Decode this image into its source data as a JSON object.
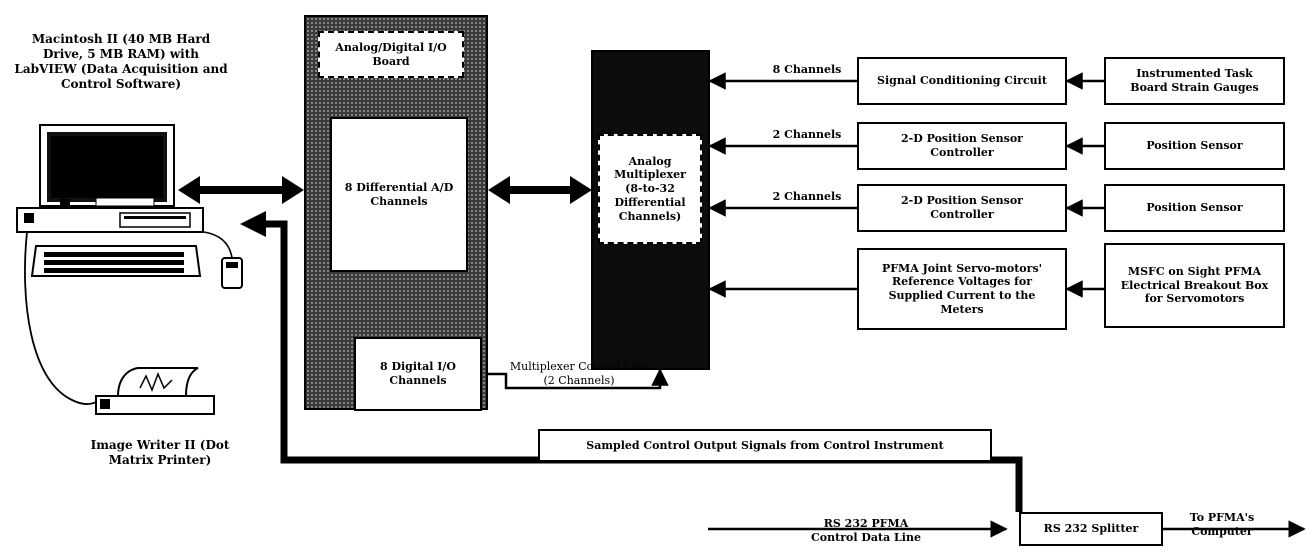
{
  "computer": {
    "label": "Macintosh II (40 MB Hard Drive, 5 MB RAM) with LabVIEW (Data Acquisition and Control Software)"
  },
  "printer": {
    "label": "Image Writer II (Dot Matrix Printer)"
  },
  "io_board": {
    "title": "Analog/Digital I/O Board",
    "ad_channels": "8 Differential A/D Channels",
    "digital_channels": "8 Digital I/O Channels"
  },
  "multiplexer": {
    "label": "Analog Multiplexer (8-to-32 Differential Channels)"
  },
  "mux_control": {
    "label": "Multiplexer Control Line (2 Channels)"
  },
  "rows": [
    {
      "channels": "8 Channels",
      "processor": "Signal Conditioning Circuit",
      "source": "Instrumented Task Board Strain Gauges"
    },
    {
      "channels": "2 Channels",
      "processor": "2-D Position Sensor Controller",
      "source": "Position Sensor"
    },
    {
      "channels": "2 Channels",
      "processor": "2-D Position Sensor Controller",
      "source": "Position Sensor"
    },
    {
      "channels": "",
      "processor": "PFMA Joint Servo-motors' Reference Voltages for Supplied Current to the Meters",
      "source": "MSFC on Sight PFMA Electrical Breakout Box for Servomotors"
    }
  ],
  "sampled_output": {
    "label": "Sampled Control Output Signals from Control Instrument"
  },
  "rs232": {
    "input_label": "RS 232 PFMA Control Data Line",
    "splitter": "RS 232 Splitter",
    "output_label": "To PFMA's Computer"
  }
}
